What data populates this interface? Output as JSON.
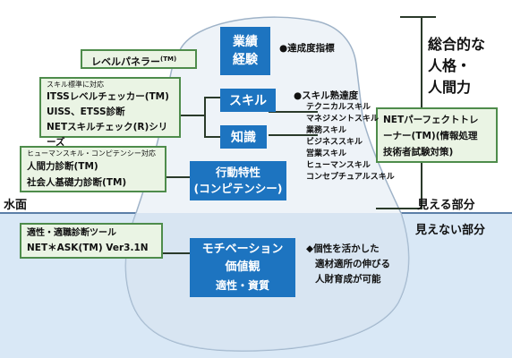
{
  "colors": {
    "sky": "#ffffff",
    "water": "#d9e8f6",
    "blue_box": "#1d74c0",
    "green_border": "#4e8c4b",
    "green_fill": "#eaf4e4"
  },
  "level_panel": "レベルパネラー",
  "tm_mark": "(TM)",
  "itss_box": {
    "header": "スキル標準に対応",
    "lines": [
      "ITSSレベルチェッカー(TM)",
      "UISS、ETSS診断",
      "NETスキルチェック(R)シリーズ"
    ]
  },
  "human_box": {
    "header": "ヒューマンスキル・コンピテンシー対応",
    "lines": [
      "人間力診断(TM)",
      "社会人基礎力診断(TM)"
    ]
  },
  "aptitude_box": {
    "header": "適性・適職診断ツール",
    "line": "NET＊ASK(TM) Ver3.1N"
  },
  "net_perfect_box": {
    "lines": [
      "NETパーフェクトトレ",
      "ーナー(TM)(情報処理",
      "技術者試験対策)"
    ]
  },
  "blue_boxes": {
    "performance": [
      "業績",
      "経験"
    ],
    "skill": "スキル",
    "knowledge": "知識",
    "behavior": [
      "行動特性",
      "(コンピテンシー)"
    ],
    "motivation": [
      "モチベーション",
      "価値観",
      "適性・資質"
    ]
  },
  "achievement_label": "●達成度指標",
  "skill_level": {
    "title": "●スキル熟達度",
    "items": [
      "テクニカルスキル",
      "マネジメントスキル",
      "業務スキル",
      "ビジネススキル",
      "営業スキル",
      "ヒューマンスキル",
      "コンセプチュアルスキル"
    ]
  },
  "personality_note": [
    "◆個性を活かした",
    "適材適所の伸びる",
    "人財育成が可能"
  ],
  "total_label": [
    "総合的な",
    "人格・",
    "人間力"
  ],
  "water_surface": "水面",
  "visible_part": "見える部分",
  "invisible_part": "見えない部分"
}
